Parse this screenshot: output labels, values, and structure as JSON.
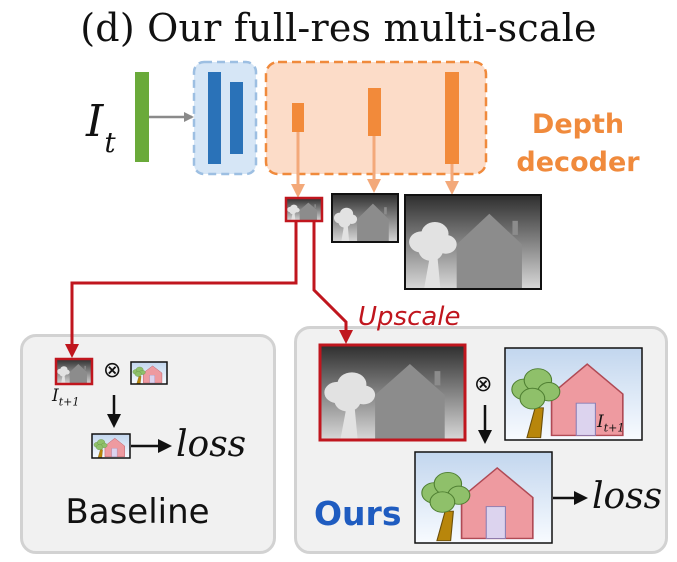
{
  "title": "(d) Our full-res multi-scale",
  "input_label": "I",
  "input_sub": "t",
  "decoder_label_line1": "Depth",
  "decoder_label_line2": "decoder",
  "upscale_label": "Upscale",
  "baseline_label": "Baseline",
  "ours_label": "Ours",
  "loss_label": "loss",
  "next_frame_label": "I",
  "next_frame_sub": "t+1",
  "otimes_symbol": "⊗",
  "colors": {
    "encoder_input": "#6aaa3a",
    "encoder": "#2a72b8",
    "decoder": "#f28a3a",
    "decoder_box": "#fcdcc8",
    "highlight": "#c0161e",
    "ours": "#1f5cc0"
  }
}
